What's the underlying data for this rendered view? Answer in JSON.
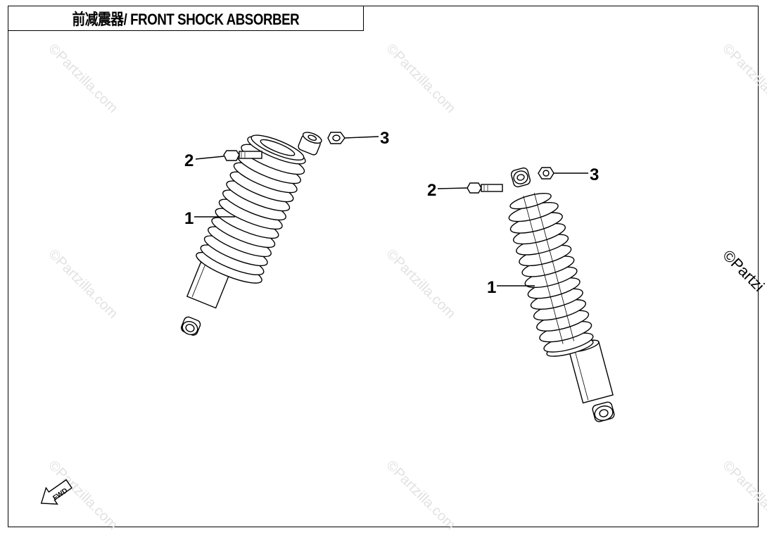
{
  "title": "前减震器/ FRONT SHOCK ABSORBER",
  "watermark": "©Partzilla.com",
  "watermark_edge": "©Partzi",
  "fwd_label": "FWD",
  "callouts": {
    "left_shock": "1",
    "left_bolt": "2",
    "left_nut": "3",
    "right_shock": "1",
    "right_bolt": "2",
    "right_nut": "3"
  },
  "colors": {
    "line": "#000000",
    "watermark": "#e2e2e2",
    "background": "#ffffff"
  }
}
